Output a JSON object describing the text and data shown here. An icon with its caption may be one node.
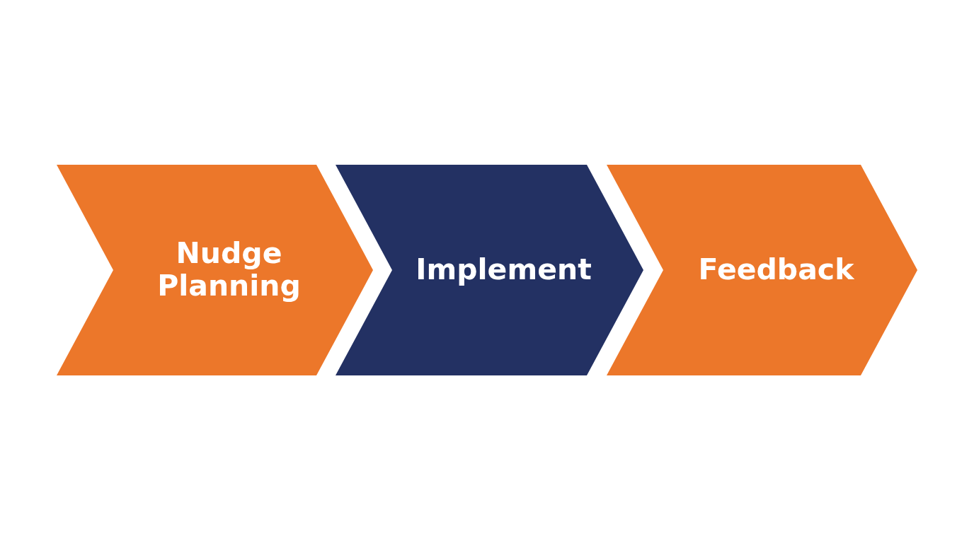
{
  "diagram": {
    "nodes": [
      {
        "text": [
          "Nudge Planning"
        ]
      },
      {
        "text": [
          "Implement"
        ]
      },
      {
        "text": [
          "Feedback"
        ]
      }
    ]
  }
}
